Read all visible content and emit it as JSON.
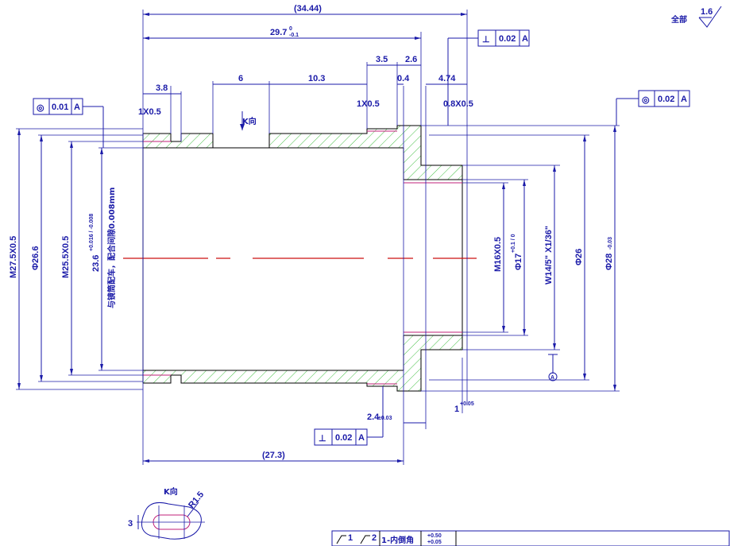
{
  "drawing": {
    "surface_finish": {
      "label": "全部",
      "value": "1.6"
    },
    "view_label": "K向",
    "dimensions": {
      "overall_length": "(34.44)",
      "length_29_7": "29.7",
      "length_29_7_tol_upper": "0",
      "length_29_7_tol_lower": "-0.1",
      "d_3_5": "3.5",
      "d_2_6": "2.6",
      "d_6": "6",
      "d_10_3": "10.3",
      "d_3_8": "3.8",
      "d_0_4": "0.4",
      "d_4_74": "4.74",
      "chamfer_left": "1X0.5",
      "chamfer_mid": "1X0.5",
      "chamfer_right": "0.8X0.5",
      "length_27_3": "(27.3)",
      "d_2_4": "2.4",
      "d_2_4_tol": "±0.03",
      "d_1": "1",
      "d_1_tol": "+0.05",
      "dia_m27": "M27.5X0.5",
      "dia_26_6": "Φ26.6",
      "dia_m25": "M25.5X0.5",
      "dia_23_6": "23.6",
      "dia_23_6_tol": "+0.016 / -0.008",
      "bore_note": "与镜筒配车，配合间隙0.008mm",
      "dia_m16": "M16X0.5",
      "dia_17": "Φ17",
      "dia_17_tol": "+0.1 / 0",
      "thread_w": "W14/5\" X1/36\"",
      "dia_26": "Φ26",
      "dia_28": "Φ28",
      "dia_28_tol": "-0.03",
      "slot_width": "3",
      "slot_radius": "R1.5",
      "datum": "A"
    },
    "tolerance_frames": [
      {
        "symbol": "◎",
        "value": "0.01",
        "datum": "A"
      },
      {
        "symbol": "⊥",
        "value": "0.02",
        "datum": "A"
      },
      {
        "symbol": "◎",
        "value": "0.02",
        "datum": "A"
      },
      {
        "symbol": "⊥",
        "value": "0.02",
        "datum": "A"
      }
    ],
    "notes_table": {
      "item_1": "1",
      "item_2": "2",
      "text": "1-内倒角",
      "tol_upper": "+0.50",
      "tol_lower": "+0.05"
    }
  },
  "colors": {
    "dimension": "#1a1aa8",
    "centerline": "#cc1111",
    "hatch": "#44c044",
    "outline": "#000000"
  }
}
